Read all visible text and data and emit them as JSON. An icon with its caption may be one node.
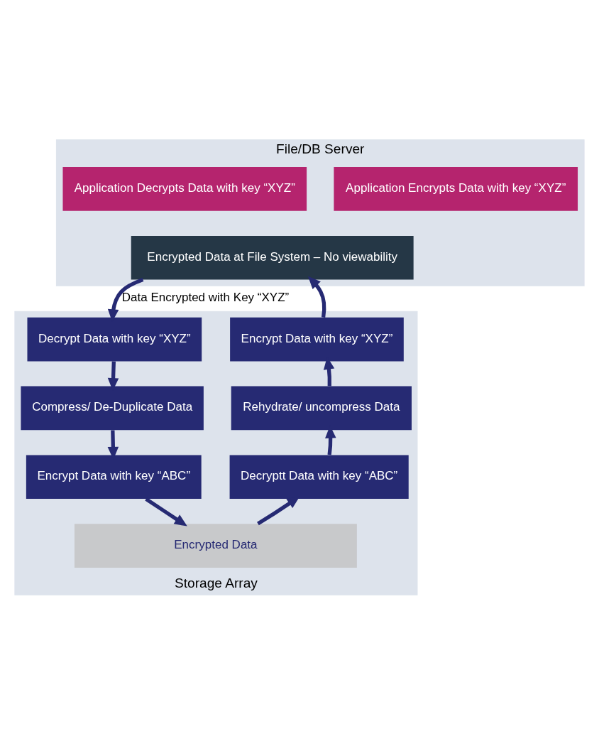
{
  "diagram": {
    "nodes": [
      {
        "text": [
          "File/DB Server"
        ]
      },
      {
        "text": [
          "Application Encrypts Data with key “XYZ”"
        ],
        "in": 0
      },
      {
        "text": [
          "Application Decrypts Data with key “XYZ”"
        ],
        "in": 0
      },
      {
        "text": [
          "Encrypted Data at File System – No viewability"
        ],
        "in": 0
      },
      {
        "text": [
          "Storage Array"
        ]
      },
      {
        "text": [
          "Decrypt Data with key “XYZ”"
        ],
        "in": 4
      },
      {
        "text": [
          "Encrypt Data with key “XYZ”"
        ],
        "in": 4
      },
      {
        "text": [
          "Compress/ De-Duplicate Data"
        ],
        "in": 4
      },
      {
        "text": [
          "Rehydrate/ uncompress Data"
        ],
        "in": 4
      },
      {
        "text": [
          "Encrypt Data with key “ABC”"
        ],
        "in": 4
      },
      {
        "text": [
          "Decryptt Data with key “ABC”"
        ],
        "in": 4
      },
      {
        "text": [
          "Encrypted Data"
        ],
        "in": 4
      }
    ],
    "edges": [
      {
        "from": 3,
        "to": 5,
        "arrow": "to",
        "label": "Data Encrypted with Key “XYZ”"
      },
      {
        "from": 6,
        "to": 3,
        "arrow": "to"
      },
      {
        "from": 5,
        "to": 7,
        "arrow": "to"
      },
      {
        "from": 7,
        "to": 9,
        "arrow": "to"
      },
      {
        "from": 9,
        "to": 11,
        "arrow": "to"
      },
      {
        "from": 11,
        "to": 10,
        "arrow": "to"
      },
      {
        "from": 10,
        "to": 8,
        "arrow": "to"
      },
      {
        "from": 8,
        "to": 6,
        "arrow": "to"
      }
    ]
  }
}
